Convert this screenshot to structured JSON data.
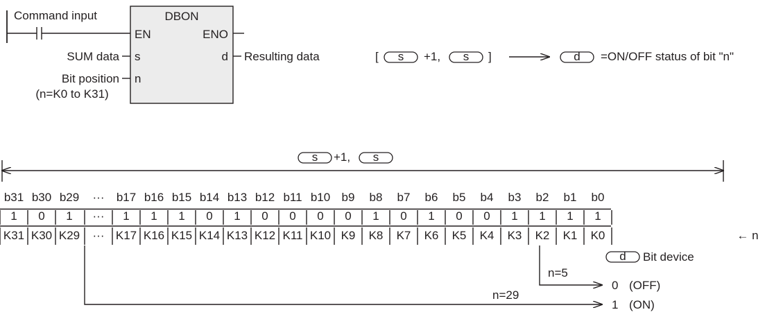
{
  "ladder": {
    "command_input": "Command input",
    "instruction": "DBON",
    "en": "EN",
    "eno": "ENO",
    "s_pin": "s",
    "d_pin": "d",
    "n_pin": "n",
    "sum_data": "SUM data",
    "bit_position": "Bit position",
    "n_range": "(n=K0 to K31)",
    "resulting_data": "Resulting data"
  },
  "formula": {
    "bracket_open": "[",
    "s_symbol": "s",
    "plus_one": "+1,",
    "bracket_close": "]",
    "d_symbol": "d",
    "result_text": "=ON/OFF status of bit \"n\""
  },
  "bit_table": {
    "range_s": "s",
    "range_plus": "+1,",
    "bit_labels": [
      "b31",
      "b30",
      "b29",
      "···",
      "b17",
      "b16",
      "b15",
      "b14",
      "b13",
      "b12",
      "b11",
      "b10",
      "b9",
      "b8",
      "b7",
      "b6",
      "b5",
      "b4",
      "b3",
      "b2",
      "b1",
      "b0"
    ],
    "bit_values": [
      "1",
      "0",
      "1",
      "···",
      "1",
      "1",
      "1",
      "0",
      "1",
      "0",
      "0",
      "0",
      "0",
      "1",
      "0",
      "1",
      "0",
      "0",
      "1",
      "1",
      "1",
      "1"
    ],
    "k_labels": [
      "K31",
      "K30",
      "K29",
      "···",
      "K17",
      "K16",
      "K15",
      "K14",
      "K13",
      "K12",
      "K11",
      "K10",
      "K9",
      "K8",
      "K7",
      "K6",
      "K5",
      "K4",
      "K3",
      "K2",
      "K1",
      "K0"
    ],
    "n_arrow": "← n"
  },
  "output": {
    "d_symbol": "d",
    "bit_device": "Bit device",
    "n5_label": "n=5",
    "n29_label": "n=29",
    "result_off_value": "0",
    "result_off_text": "(OFF)",
    "result_on_value": "1",
    "result_on_text": "(ON)"
  }
}
